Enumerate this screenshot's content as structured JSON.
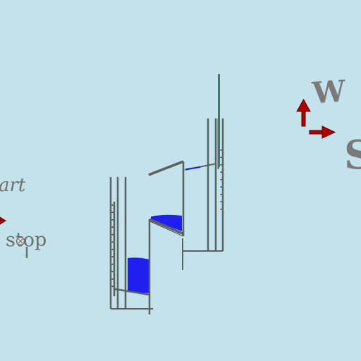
{
  "controls": {
    "start_label": "art",
    "stop_label": "stop",
    "key_w_label": "W",
    "key_s_label": "S"
  },
  "colors": {
    "background": "#c3e2ec",
    "water": "#1f1ff0",
    "arrow": "#b00000",
    "wall": "#5a6161",
    "pole": "#3f7a66",
    "label": "#6e6e6e"
  },
  "icons": {
    "start_stop_arrow": "red-arrow-right-icon",
    "up_arrow": "red-arrow-up-icon",
    "right_arrow": "red-arrow-right-icon",
    "stop_knob": "screw-knob-icon"
  }
}
